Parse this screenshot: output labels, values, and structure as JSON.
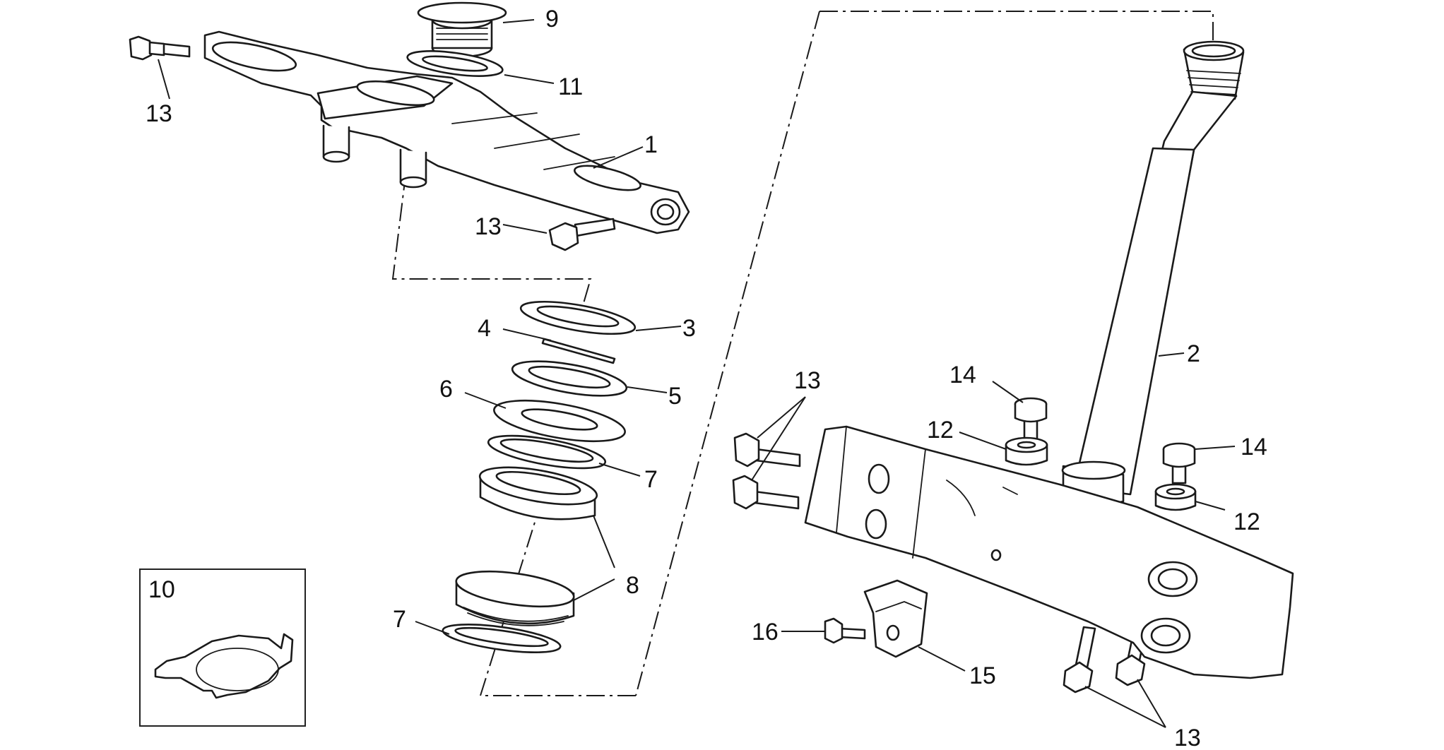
{
  "callouts": {
    "c1": "1",
    "c2": "2",
    "c3": "3",
    "c4": "4",
    "c5": "5",
    "c6": "6",
    "c7a": "7",
    "c7b": "7",
    "c8": "8",
    "c9": "9",
    "c10": "10",
    "c11": "11",
    "c12a": "12",
    "c12b": "12",
    "c13a": "13",
    "c13b": "13",
    "c13c": "13",
    "c13d": "13",
    "c14a": "14",
    "c14b": "14",
    "c15": "15",
    "c16": "16"
  }
}
